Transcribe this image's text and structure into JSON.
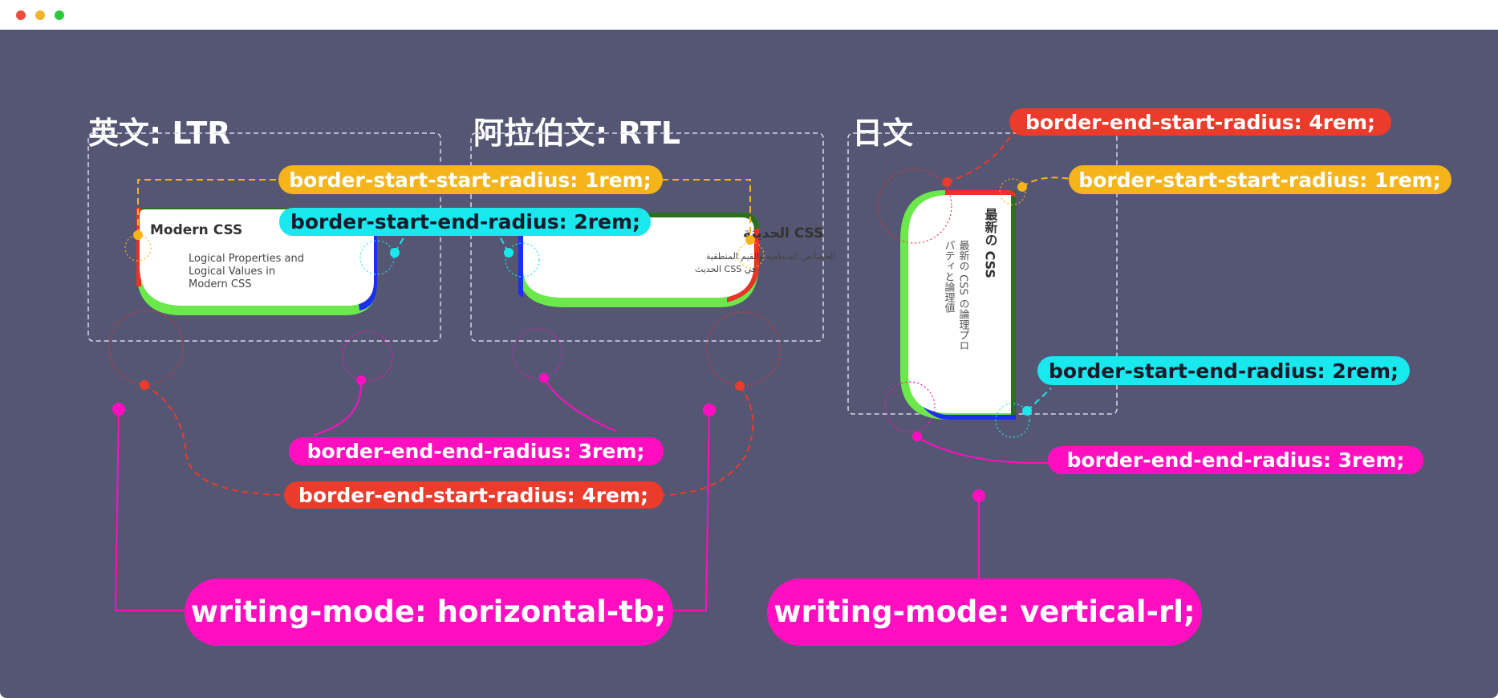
{
  "window": {
    "controls": [
      {
        "name": "close",
        "color": "#ee4e3c"
      },
      {
        "name": "minimize",
        "color": "#f3b32c"
      },
      {
        "name": "zoom",
        "color": "#2cc940"
      }
    ]
  },
  "colors": {
    "background": "#555673",
    "start_start": "#f5b41a",
    "start_end": "#19e8ee",
    "end_end": "#ff0fc0",
    "end_start": "#ea3b2b",
    "card_green": "#6be94a",
    "card_darkgreen": "#2b6f1f",
    "card_blue": "#1b2ff0",
    "card_red": "#e8332a"
  },
  "sections": {
    "ltr": {
      "heading": "英文: LTR",
      "card_title": "Modern CSS",
      "card_text": [
        "Logical Properties and",
        "Logical Values in",
        "Modern CSS"
      ]
    },
    "rtl": {
      "heading": "阿拉伯文: RTL",
      "card_title": "CSS الحديثة",
      "card_text": [
        "الخصائص المنطقية والقيم المنطقية",
        "في CSS الحديث"
      ]
    },
    "vertical": {
      "heading": "日文",
      "card_title": "最新の CSS",
      "card_text": [
        "最新の CSS の論理プロ",
        "パティと論理値"
      ]
    }
  },
  "labels": {
    "start_start_left": "border-start-start-radius: 1rem;",
    "start_end_left": "border-start-end-radius: 2rem;",
    "end_end_left": "border-end-end-radius: 3rem;",
    "end_start_left": "border-end-start-radius: 4rem;",
    "end_start_right": "border-end-start-radius: 4rem;",
    "start_start_right": "border-start-start-radius: 1rem;",
    "start_end_right": "border-start-end-radius: 2rem;",
    "end_end_right": "border-end-end-radius: 3rem;",
    "writing_horizontal": "writing-mode: horizontal-tb;",
    "writing_vertical": "writing-mode: vertical-rl;"
  }
}
